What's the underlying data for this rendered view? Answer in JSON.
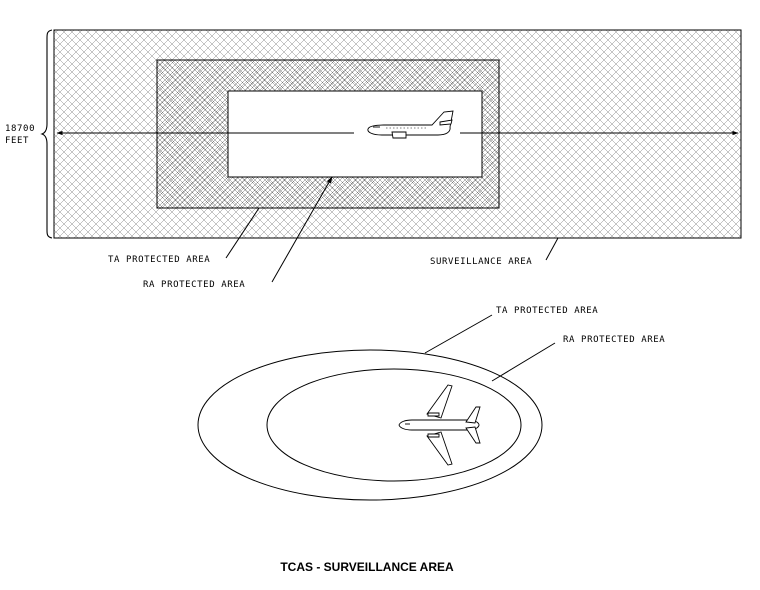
{
  "top_view": {
    "dimension_value": "18700",
    "dimension_unit": "FEET",
    "labels": {
      "ta_protected_area": "TA PROTECTED AREA",
      "ra_protected_area": "RA PROTECTED AREA",
      "surveillance_area": "SURVEILLANCE AREA"
    }
  },
  "plan_view": {
    "labels": {
      "ta_protected_area": "TA PROTECTED AREA",
      "ra_protected_area": "RA PROTECTED AREA"
    }
  },
  "caption": "TCAS - SURVEILLANCE AREA"
}
